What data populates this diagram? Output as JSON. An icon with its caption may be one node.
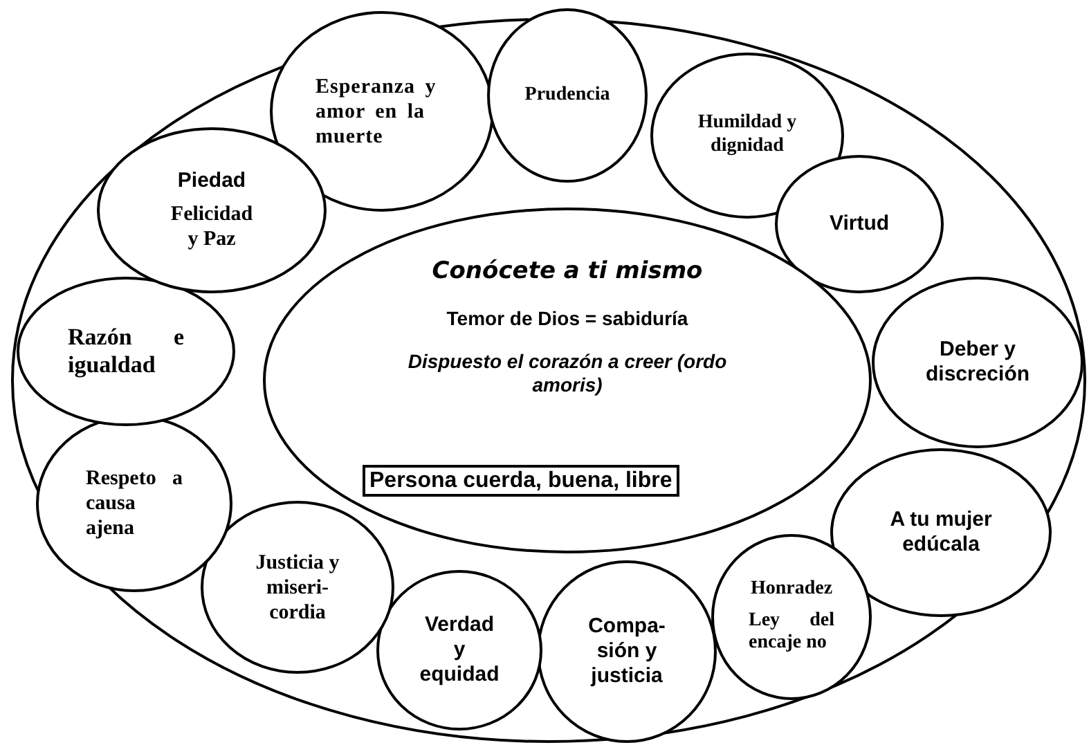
{
  "diagram": {
    "nodes": [
      {
        "text": [],
        "shape": "ellipse"
      },
      {
        "text": [
          "Conócete a ti mismo",
          "Temor de Dios = sabiduría",
          "Dispuesto el corazón a creer (ordo amoris)"
        ],
        "in": 0
      },
      {
        "text": [
          "Persona cuerda, buena, libre"
        ],
        "in": 1
      },
      {
        "text": [
          "Esperanza y amor en la muerte"
        ],
        "in": 0
      },
      {
        "text": [
          "Prudencia"
        ],
        "in": 0
      },
      {
        "text": [
          "Humildad y dignidad"
        ],
        "in": 0
      },
      {
        "text": [
          "Virtud"
        ],
        "in": 0
      },
      {
        "text": [
          "Deber y discreción"
        ],
        "in": 0
      },
      {
        "text": [
          "A tu mujer edúcala"
        ],
        "in": 0
      },
      {
        "text": [
          "Honradez",
          "Ley del encaje no"
        ],
        "in": 0
      },
      {
        "text": [
          "Compa- sión y justicia"
        ],
        "in": 0
      },
      {
        "text": [
          "Verdad y equidad"
        ],
        "in": 0
      },
      {
        "text": [
          "Justicia y miseri- cordia"
        ],
        "in": 0
      },
      {
        "text": [
          "Respeto a causa ajena"
        ],
        "in": 0
      },
      {
        "text": [
          "Razón e igualdad"
        ],
        "in": 0
      },
      {
        "text": [
          "Piedad",
          "Felicidad y Paz"
        ],
        "in": 0
      }
    ]
  }
}
